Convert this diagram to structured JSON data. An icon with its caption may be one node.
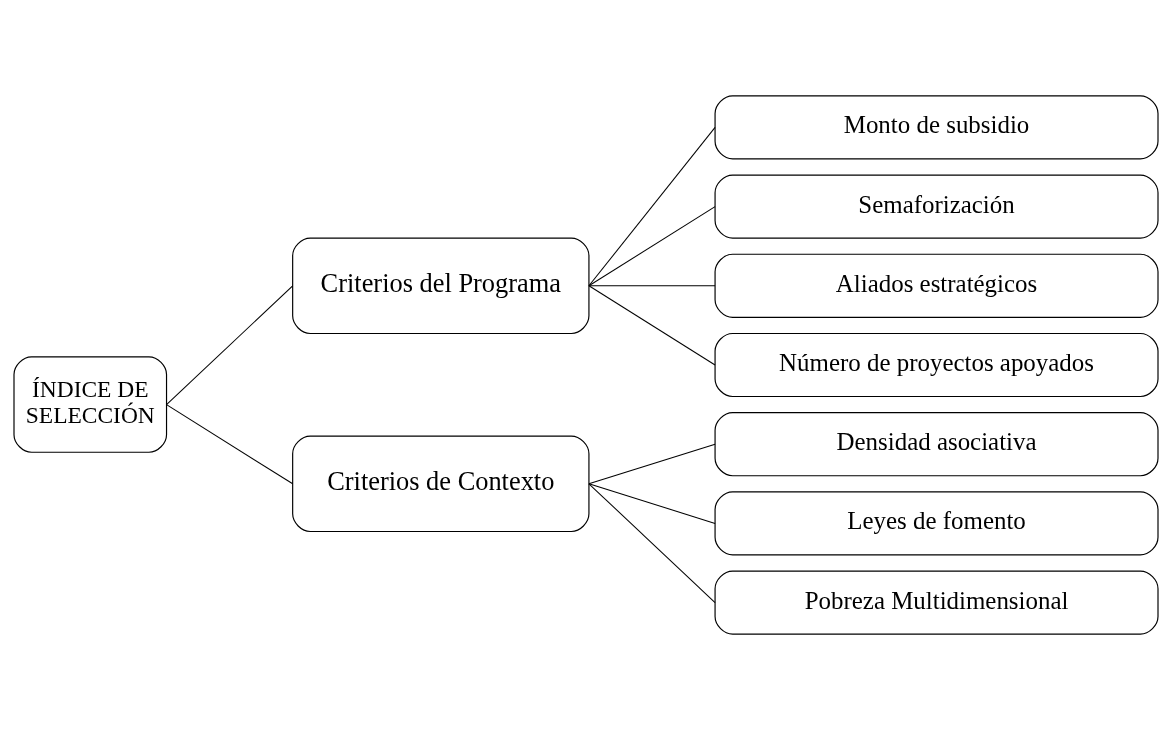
{
  "diagram": {
    "nodes": [
      {
        "text": [
          "ÍNDICE DE SELECCIÓN"
        ]
      },
      {
        "text": [
          "Criterios del Programa"
        ]
      },
      {
        "text": [
          "Criterios de Contexto"
        ]
      },
      {
        "text": [
          "Monto de subsidio"
        ]
      },
      {
        "text": [
          "Semaforización"
        ]
      },
      {
        "text": [
          "Aliados estratégicos"
        ]
      },
      {
        "text": [
          "Número de proyectos apoyados"
        ]
      },
      {
        "text": [
          "Densidad asociativa"
        ]
      },
      {
        "text": [
          "Leyes de fomento"
        ]
      },
      {
        "text": [
          "Pobreza Multidimensional"
        ]
      }
    ],
    "edges": [
      {
        "from": 0,
        "to": 1,
        "arrow": "none"
      },
      {
        "from": 0,
        "to": 2,
        "arrow": "none"
      },
      {
        "from": 1,
        "to": 3,
        "arrow": "none"
      },
      {
        "from": 1,
        "to": 4,
        "arrow": "none"
      },
      {
        "from": 1,
        "to": 5,
        "arrow": "none"
      },
      {
        "from": 1,
        "to": 6,
        "arrow": "none"
      },
      {
        "from": 2,
        "to": 7,
        "arrow": "none"
      },
      {
        "from": 2,
        "to": 8,
        "arrow": "none"
      },
      {
        "from": 2,
        "to": 9,
        "arrow": "none"
      }
    ]
  }
}
